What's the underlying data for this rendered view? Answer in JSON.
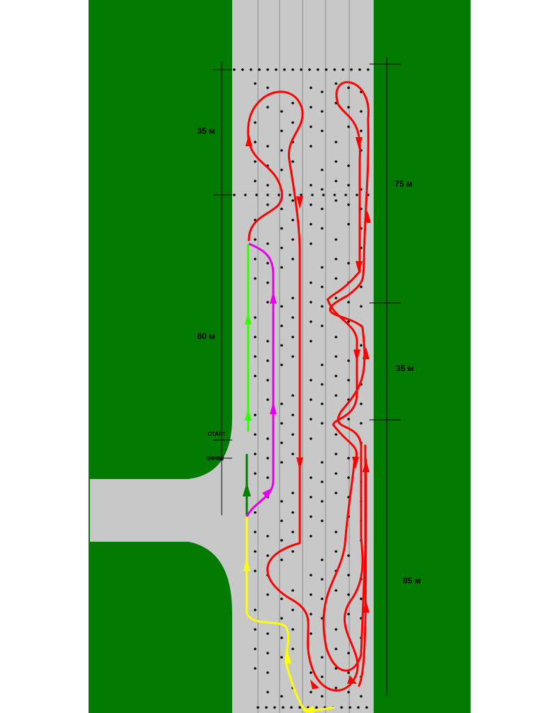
{
  "colors": {
    "grass": "#007A00",
    "road": "#C8C8C8",
    "lane_line": "#8A8A8A",
    "cone": "#000000",
    "red_route": "#FF0000",
    "green_route": "#33FF00",
    "darkgreen_route": "#008000",
    "magenta_route": "#E600E6",
    "yellow_route": "#FFFF00"
  },
  "labels": {
    "dim_35_top": "35 м",
    "dim_80": "80 м",
    "dim_75": "75 м",
    "dim_35_mid": "35 м",
    "dim_85": "85 м",
    "start": "СТАРТ",
    "finish": "ФІНІШ"
  }
}
